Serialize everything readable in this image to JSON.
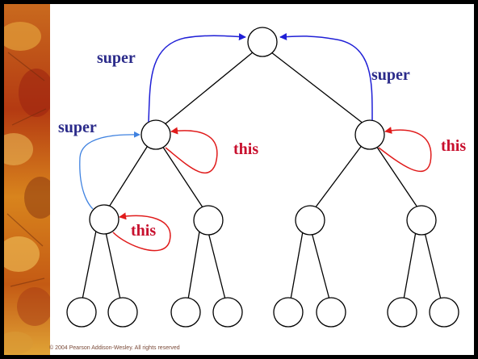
{
  "labels": {
    "super_top_left": "super",
    "super_top_right": "super",
    "super_mid_left": "super",
    "this_level1_left": "this",
    "this_level1_right": "this",
    "this_level2_left": "this"
  },
  "footer": {
    "copyright": "© 2004 Pearson Addison-Wesley. All rights reserved"
  },
  "colors": {
    "super": "#2b2b8a",
    "this": "#c8102e",
    "super_arrow": "#1f1fd6",
    "super_arrow_light": "#3f82e0",
    "this_arrow": "#e01b1b",
    "tree": "#000000"
  }
}
